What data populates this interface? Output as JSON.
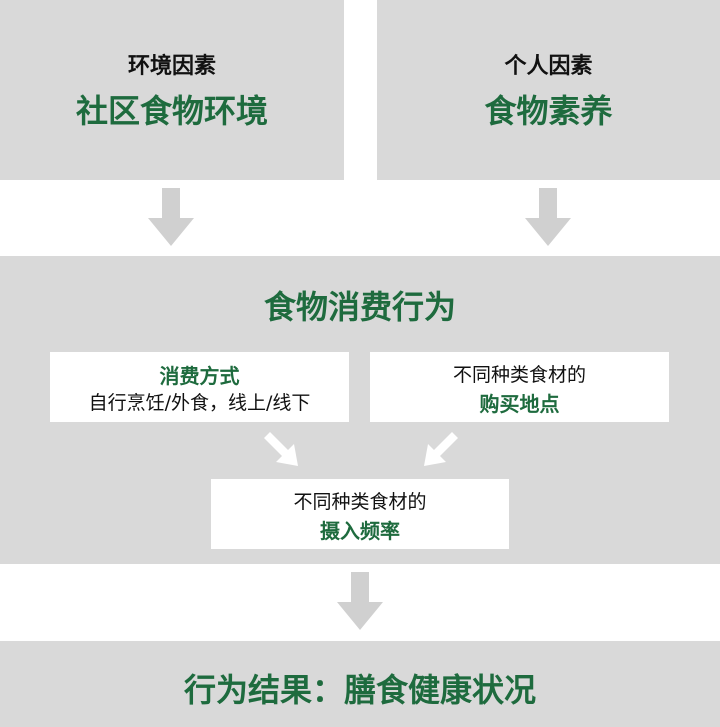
{
  "colors": {
    "accent": "#1e6b3e",
    "panel": "#d9d9d9",
    "arrow": "#cfcfcf"
  },
  "env": {
    "label": "环境因素",
    "title": "社区食物环境"
  },
  "personal": {
    "label": "个人因素",
    "title": "食物素养"
  },
  "behavior": {
    "title": "食物消费行为",
    "consumption": {
      "title": "消费方式",
      "desc": "自行烹饪/外食，线上/线下"
    },
    "purchase": {
      "desc": "不同种类食材的",
      "title": "购买地点"
    },
    "intake": {
      "desc": "不同种类食材的",
      "title": "摄入频率"
    }
  },
  "outcome": {
    "title": "行为结果：膳食健康状况"
  },
  "icons": [
    "arrow-down-icon",
    "arrow-diagonal-icon"
  ]
}
